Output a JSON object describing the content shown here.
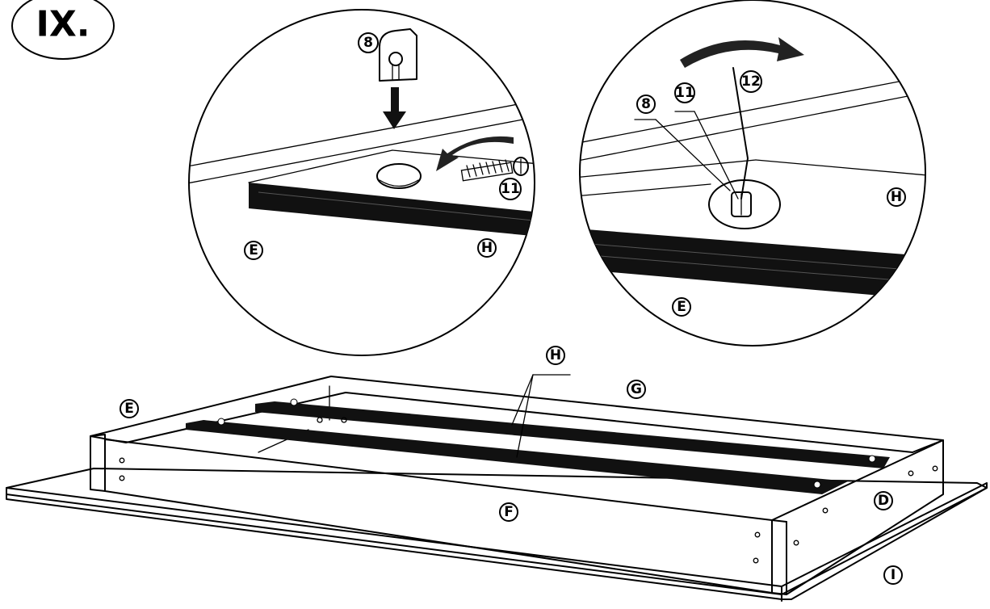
{
  "step": "IX.",
  "callouts": {
    "left": {
      "hanger": "8",
      "screw": "11",
      "panel": "E",
      "rail": "H"
    },
    "right": {
      "hanger": "8",
      "screw": "11",
      "tool": "12",
      "rail": "H",
      "panel": "E"
    },
    "frame": {
      "rail": "H",
      "back": "G",
      "left": "E",
      "front": "F",
      "right": "D",
      "base": "I"
    }
  },
  "colors": {
    "ink": "#000000",
    "paper": "#ffffff"
  }
}
